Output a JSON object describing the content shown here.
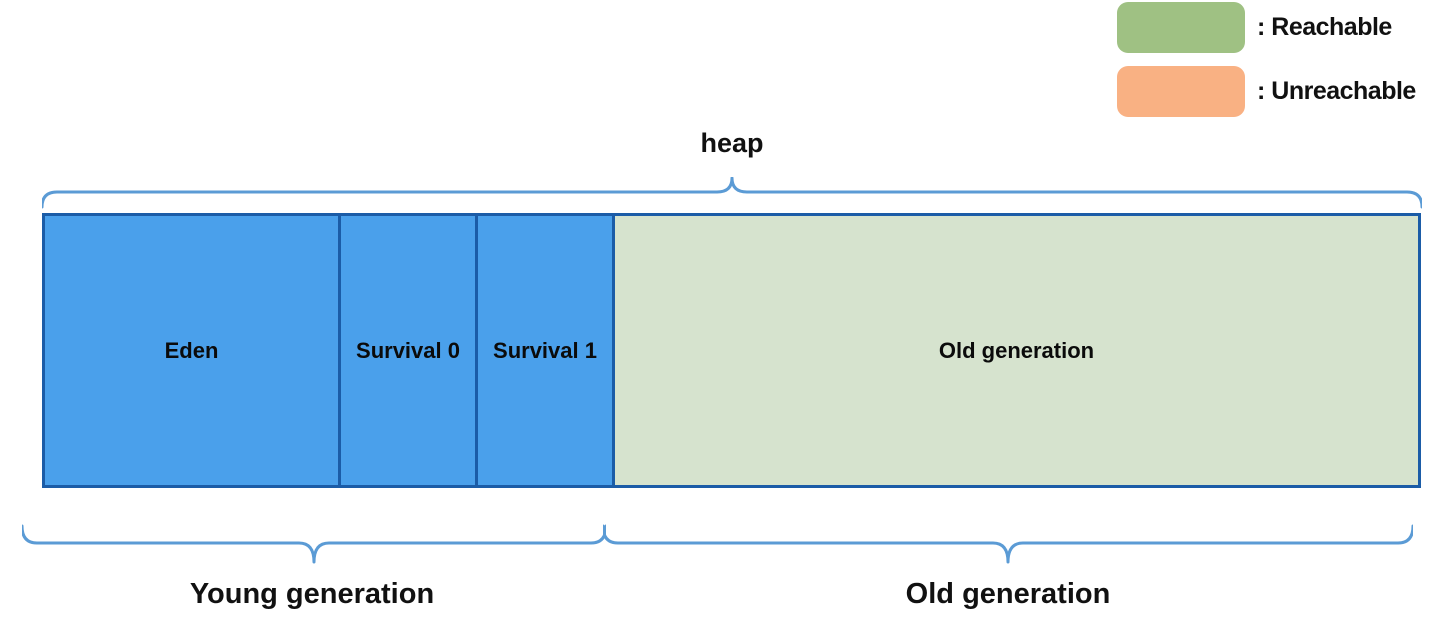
{
  "legend": {
    "items": [
      {
        "id": "reachable",
        "label": ": Reachable",
        "color": "#9fc183"
      },
      {
        "id": "unreachable",
        "label": ": Unreachable",
        "color": "#f9b183"
      }
    ]
  },
  "heap": {
    "label": "heap",
    "regions": [
      {
        "id": "eden",
        "label": "Eden",
        "fill": "#4aa0eb"
      },
      {
        "id": "survival-0",
        "label": "Survival 0",
        "fill": "#4aa0eb"
      },
      {
        "id": "survival-1",
        "label": "Survival 1",
        "fill": "#4aa0eb"
      },
      {
        "id": "old-generation",
        "label": "Old generation",
        "fill": "#d6e3ce"
      }
    ]
  },
  "groups": [
    {
      "id": "young-generation",
      "label": "Young generation"
    },
    {
      "id": "old-generation",
      "label": "Old generation"
    }
  ],
  "colors": {
    "box_border": "#1b5ca7",
    "brace": "#5b9bd5",
    "text": "#111111",
    "background": "#ffffff"
  }
}
